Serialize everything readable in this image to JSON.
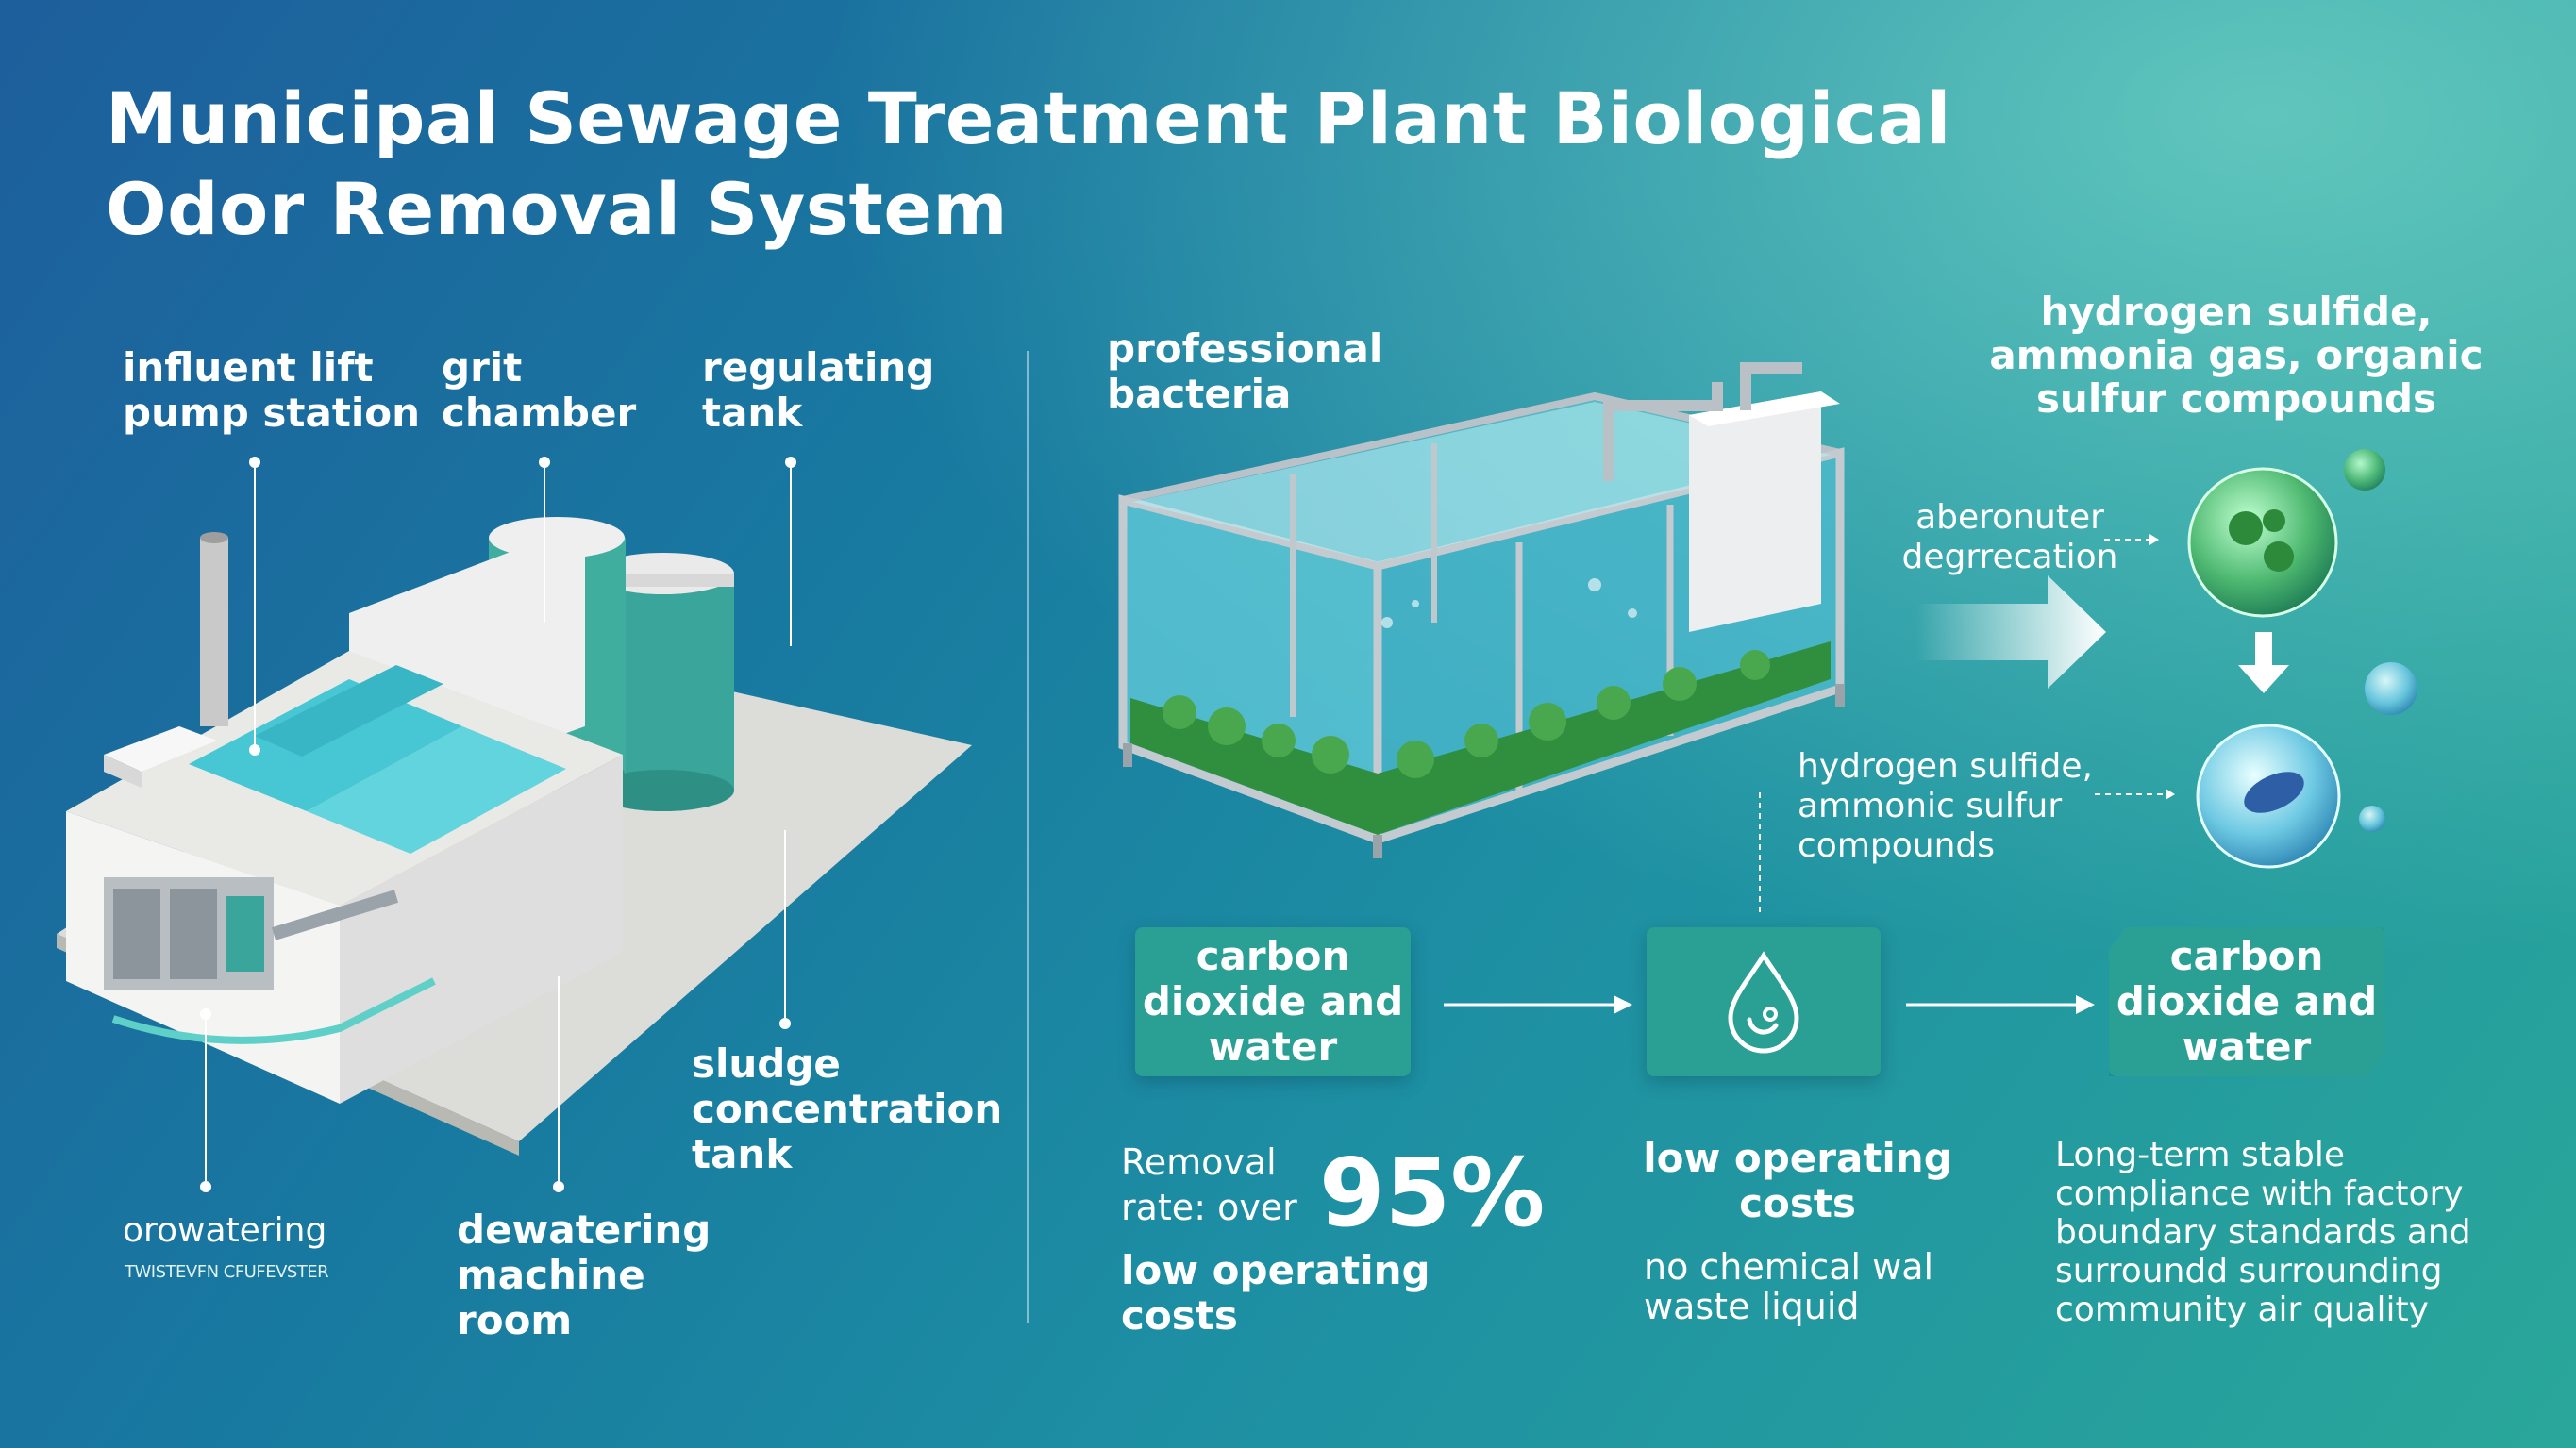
{
  "title": "Municipal Sewage Treatment Plant Biological Odor Removal System",
  "plant_labels": {
    "influent": "influent lift pump station",
    "grit": "grit chamber",
    "regulating": "regulating tank",
    "sludge": "sludge concentration tank",
    "dewatering_left": "orowatering",
    "dewatering_left_sub": "TWISTEVFN CFUFEVSTER",
    "dewatering_room": "dewatering machine room"
  },
  "bio": {
    "bacteria": "professional bacteria",
    "gases": "hydrogen sulfide, ammonia gas, organic sulfur compounds",
    "degradation": "aberonuter degrrecation",
    "remaining": "hydrogen sulfide, ammonic sulfur compounds"
  },
  "flow": {
    "box_left": "carbon dioxide and water",
    "box_right": "carbon dioxide and water"
  },
  "benefits": {
    "removal_label": "Removal rate: over",
    "removal_value": "95%",
    "removal_sub": "low operating costs",
    "cost_title": "low operating costs",
    "cost_sub": "no chemical wal waste liquid",
    "compliance": "Long-term stable compliance with factory boundary standards and surroundd surrounding community air quality"
  },
  "colors": {
    "accent": "#2a9f93",
    "background_start": "#1d5e9c",
    "background_end": "#2aa79a"
  }
}
